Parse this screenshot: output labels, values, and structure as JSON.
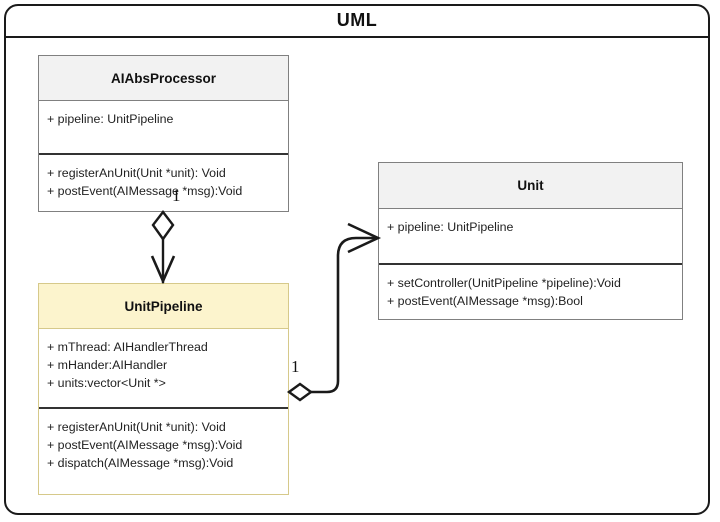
{
  "frame": {
    "title": "UML"
  },
  "classes": [
    {
      "id": "aiabsprocessor",
      "name": "AIAbsProcessor",
      "attributes": [
        "+ pipeline: UnitPipeline"
      ],
      "operations": [
        "+ registerAnUnit(Unit *unit): Void",
        "+ postEvent(AIMessage *msg):Void"
      ],
      "header_color": "#f2f2f2",
      "border_color": "#808080"
    },
    {
      "id": "unit",
      "name": "Unit",
      "attributes": [
        "+ pipeline: UnitPipeline"
      ],
      "operations": [
        "+ setController(UnitPipeline *pipeline):Void",
        "+ postEvent(AIMessage *msg):Bool"
      ],
      "header_color": "#f2f2f2",
      "border_color": "#808080"
    },
    {
      "id": "unitpipeline",
      "name": "UnitPipeline",
      "attributes": [
        "+ mThread: AIHandlerThread",
        "+ mHander:AIHandler",
        "+ units:vector<Unit *>"
      ],
      "operations": [
        "+ registerAnUnit(Unit *unit): Void",
        "+ postEvent(AIMessage *msg):Void",
        "+ dispatch(AIMessage *msg):Void"
      ],
      "header_color": "#fcf4cd",
      "border_color": "#d6c98a"
    }
  ],
  "relationships": [
    {
      "id": "aggregation-processor-pipeline",
      "from": "AIAbsProcessor",
      "to": "UnitPipeline",
      "type": "aggregation",
      "multiplicity": "1"
    },
    {
      "id": "aggregation-pipeline-unit",
      "from": "UnitPipeline",
      "to": "Unit",
      "type": "aggregation",
      "multiplicity": "1"
    }
  ]
}
